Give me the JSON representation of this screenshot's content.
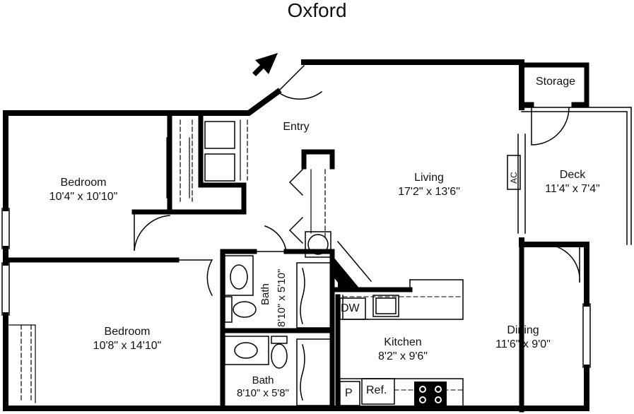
{
  "title": "Oxford",
  "rooms": {
    "entry": {
      "name": "Entry"
    },
    "living": {
      "name": "Living",
      "size": "17'2\" x 13'6\""
    },
    "bedroom1": {
      "name": "Bedroom",
      "size": "10'4\" x 10'10\""
    },
    "bedroom2": {
      "name": "Bedroom",
      "size": "10'8\" x 14'10\""
    },
    "bath1": {
      "name": "Bath",
      "size": "8'10\" x 5'10\""
    },
    "bath2": {
      "name": "Bath",
      "size": "8'10\" x 5'8\""
    },
    "kitchen": {
      "name": "Kitchen",
      "size": "8'2\" x 9'6\""
    },
    "dining": {
      "name": "Dining",
      "size": "11'6\" x 9'0\""
    },
    "deck": {
      "name": "Deck",
      "size": "11'4\" x 7'4\""
    },
    "storage": {
      "name": "Storage"
    }
  },
  "fixtures": {
    "dishwasher": "DW",
    "refrigerator": "Ref.",
    "pantry": "P",
    "ac": "AC"
  }
}
